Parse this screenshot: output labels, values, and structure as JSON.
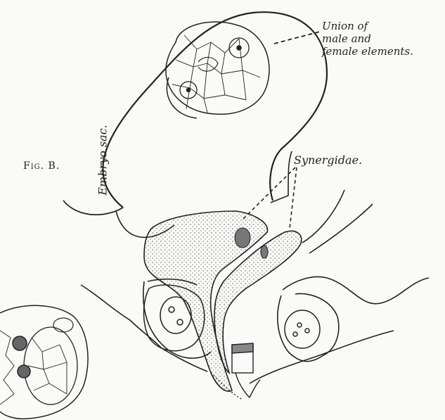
{
  "figure": {
    "fig_label": "Fig. B.",
    "embryo_sac_label": "Embryo sac.",
    "synergidae_label": "Synergidae.",
    "union_label": {
      "line1": "Union of",
      "line2": "male and",
      "line3": "female elements."
    }
  },
  "colors": {
    "ink": "#222222",
    "paper": "#fafaf8",
    "stipple": "#555555"
  }
}
